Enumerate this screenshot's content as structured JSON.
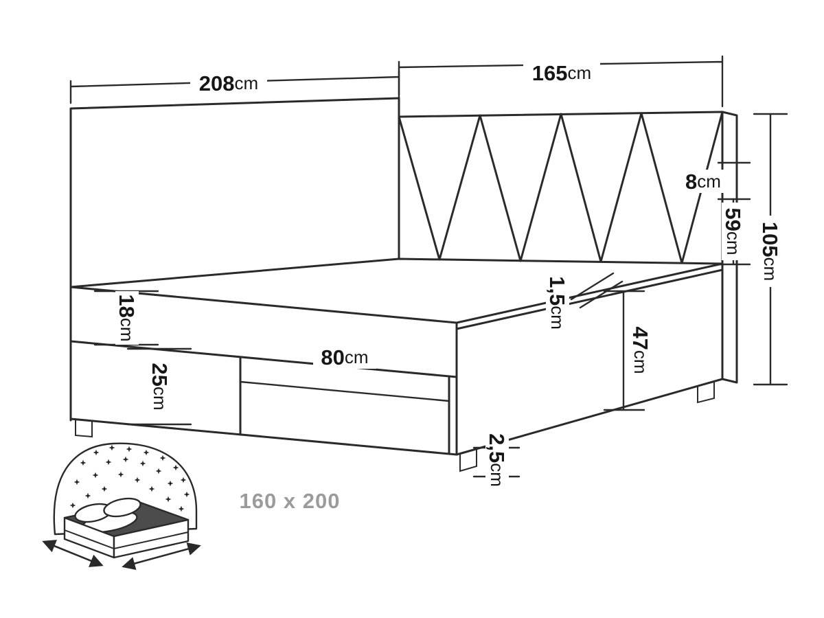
{
  "diagram": {
    "size_label": "160 x 200",
    "labels": {
      "panel_width": {
        "value": "208",
        "unit": "cm"
      },
      "headboard_width": {
        "value": "165",
        "unit": "cm"
      },
      "headboard_top_rail": {
        "value": "8",
        "unit": "cm"
      },
      "headboard_height": {
        "value": "59",
        "unit": "cm"
      },
      "total_height": {
        "value": "105",
        "unit": "cm"
      },
      "mattress_thickness": {
        "value": "18",
        "unit": "cm"
      },
      "drawer_front_height": {
        "value": "25",
        "unit": "cm"
      },
      "drawer_width": {
        "value": "80",
        "unit": "cm"
      },
      "mattress_lip": {
        "value": "1,5",
        "unit": "cm"
      },
      "base_height": {
        "value": "47",
        "unit": "cm"
      },
      "leg_height": {
        "value": "2,5",
        "unit": "cm"
      }
    },
    "icons": {
      "bed_icon": "bed-with-starry-headboard",
      "star_icon": "four-point-sparkle",
      "arrow_icon": "double-headed-arrow"
    },
    "colors": {
      "line": "#2a2a2a",
      "text": "#161616",
      "muted_text": "#9b9b9b",
      "mattress_fill": "#4c4c4c",
      "background": "#ffffff"
    }
  }
}
